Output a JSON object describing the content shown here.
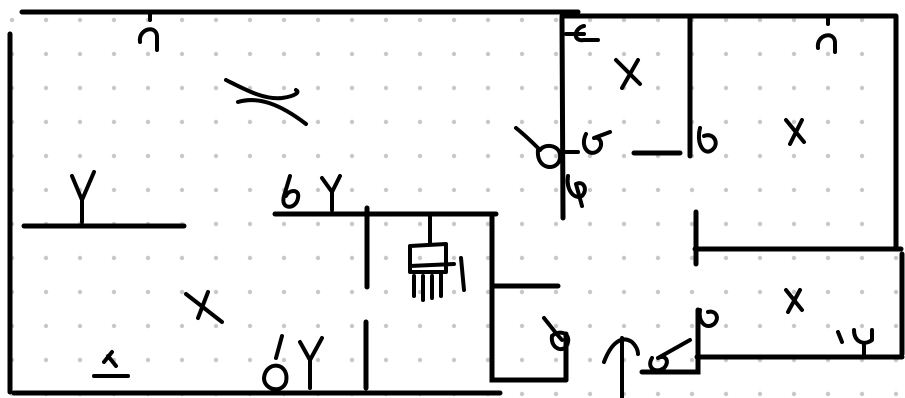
{
  "sketch": {
    "type": "hand-drawn floor plan",
    "stroke_color": "#000000",
    "background": "#ffffff",
    "grid_dot_color": "#c8c8c8",
    "symbols": [
      {
        "kind": "ceiling-light",
        "icon": "ceiling-light-icon"
      },
      {
        "kind": "ceiling-light",
        "icon": "ceiling-light-icon"
      },
      {
        "kind": "ceiling-light",
        "icon": "ceiling-light-icon"
      },
      {
        "kind": "ceiling-fan",
        "icon": "ceiling-fan-icon"
      },
      {
        "kind": "x-mark",
        "icon": "x-mark-icon"
      },
      {
        "kind": "x-mark",
        "icon": "x-mark-icon"
      },
      {
        "kind": "x-mark",
        "icon": "x-mark-icon"
      },
      {
        "kind": "x-mark",
        "icon": "x-mark-icon"
      },
      {
        "kind": "x-mark",
        "icon": "x-mark-icon"
      },
      {
        "kind": "outlet",
        "icon": "outlet-icon"
      },
      {
        "kind": "outlet",
        "icon": "outlet-icon"
      },
      {
        "kind": "outlet",
        "icon": "outlet-icon"
      },
      {
        "kind": "outlet",
        "icon": "outlet-icon"
      },
      {
        "kind": "switch",
        "icon": "switch-icon"
      },
      {
        "kind": "switch",
        "icon": "switch-icon"
      },
      {
        "kind": "switch",
        "icon": "switch-icon"
      },
      {
        "kind": "switch",
        "icon": "switch-icon"
      },
      {
        "kind": "switch",
        "icon": "switch-icon"
      },
      {
        "kind": "switch",
        "icon": "switch-icon"
      },
      {
        "kind": "wall-light",
        "icon": "wall-light-icon"
      },
      {
        "kind": "wall-light",
        "icon": "wall-light-icon"
      },
      {
        "kind": "wall-light",
        "icon": "wall-light-icon"
      },
      {
        "kind": "sconce",
        "icon": "sconce-icon"
      },
      {
        "kind": "vanity-light",
        "icon": "vanity-light-icon"
      },
      {
        "kind": "door-arrow",
        "icon": "door-arrow-icon"
      }
    ]
  }
}
